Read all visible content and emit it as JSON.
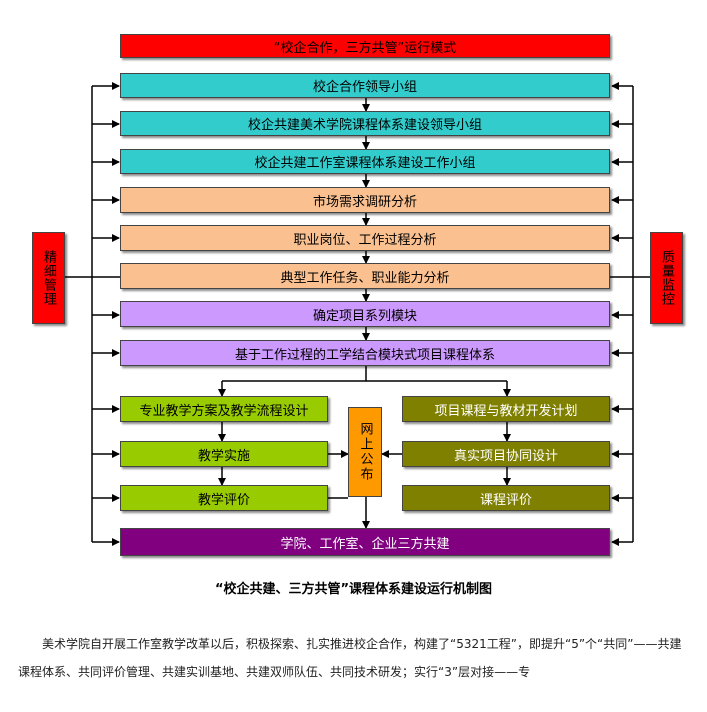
{
  "diagram": {
    "title": "“校企合作，三方共管”运行模式",
    "left_label": "精细管理",
    "right_label": "质量监控",
    "web_label": "网上公布",
    "rows": [
      "校企合作领导小组",
      "校企共建美术学院课程体系建设领导小组",
      "校企共建工作室课程体系建设工作小组",
      "市场需求调研分析",
      "职业岗位、工作过程分析",
      "典型工作任务、职业能力分析",
      "确定项目系列模块",
      "基于工作过程的工学结合模块式项目课程体系"
    ],
    "left_column": [
      "专业教学方案及教学流程设计",
      "教学实施",
      "教学评价"
    ],
    "right_column": [
      "项目课程与教材开发计划",
      "真实项目协同设计",
      "课程评价"
    ],
    "bottom": "学院、工作室、企业三方共建"
  },
  "caption": "“校企共建、三方共管”课程体系建设运行机制图",
  "paragraph": "美术学院自开展工作室教学改革以后，积极探索、扎实推进校企合作，构建了“5321工程”，即提升“5”个“共同”——共建课程体系、共同评价管理、共建实训基地、共建双师队伍、共同技术研发；实行“3”层对接——专"
}
